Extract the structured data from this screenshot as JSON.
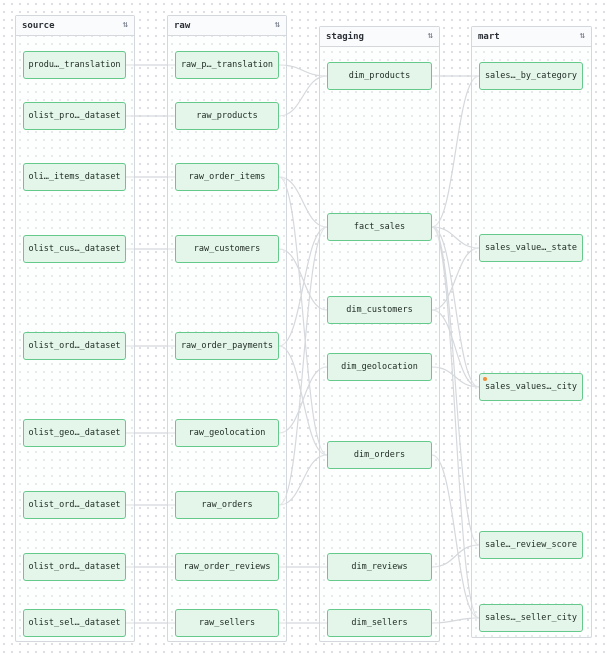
{
  "columns": [
    {
      "id": "source",
      "title": "source",
      "toggle": "⇅"
    },
    {
      "id": "raw",
      "title": "raw",
      "toggle": "⇅"
    },
    {
      "id": "staging",
      "title": "staging",
      "toggle": "⇅"
    },
    {
      "id": "mart",
      "title": "mart",
      "toggle": "⇅"
    }
  ],
  "nodes": {
    "source": [
      {
        "id": "s1",
        "label": "produ…_translation"
      },
      {
        "id": "s2",
        "label": "olist_pro…_dataset"
      },
      {
        "id": "s3",
        "label": "oli…_items_dataset"
      },
      {
        "id": "s4",
        "label": "olist_cus…_dataset"
      },
      {
        "id": "s5",
        "label": "olist_ord…_dataset"
      },
      {
        "id": "s6",
        "label": "olist_geo…_dataset"
      },
      {
        "id": "s7",
        "label": "olist_ord…_dataset"
      },
      {
        "id": "s8",
        "label": "olist_ord…_dataset"
      },
      {
        "id": "s9",
        "label": "olist_sel…_dataset"
      }
    ],
    "raw": [
      {
        "id": "r1",
        "label": "raw_p…_translation"
      },
      {
        "id": "r2",
        "label": "raw_products"
      },
      {
        "id": "r3",
        "label": "raw_order_items"
      },
      {
        "id": "r4",
        "label": "raw_customers"
      },
      {
        "id": "r5",
        "label": "raw_order_payments"
      },
      {
        "id": "r6",
        "label": "raw_geolocation"
      },
      {
        "id": "r7",
        "label": "raw_orders"
      },
      {
        "id": "r8",
        "label": "raw_order_reviews"
      },
      {
        "id": "r9",
        "label": "raw_sellers"
      }
    ],
    "staging": [
      {
        "id": "t1",
        "label": "dim_products"
      },
      {
        "id": "t2",
        "label": "fact_sales"
      },
      {
        "id": "t3",
        "label": "dim_customers"
      },
      {
        "id": "t4",
        "label": "dim_geolocation"
      },
      {
        "id": "t5",
        "label": "dim_orders"
      },
      {
        "id": "t6",
        "label": "dim_reviews"
      },
      {
        "id": "t7",
        "label": "dim_sellers"
      }
    ],
    "mart": [
      {
        "id": "m1",
        "label": "sales…_by_category"
      },
      {
        "id": "m2",
        "label": "sales_value…_state"
      },
      {
        "id": "m3",
        "label": "sales_values…_city",
        "status_dot": true
      },
      {
        "id": "m4",
        "label": "sale…_review_score"
      },
      {
        "id": "m5",
        "label": "sales…_seller_city"
      }
    ]
  },
  "edges": [
    [
      "s1",
      "r1"
    ],
    [
      "s2",
      "r2"
    ],
    [
      "s3",
      "r3"
    ],
    [
      "s4",
      "r4"
    ],
    [
      "s5",
      "r5"
    ],
    [
      "s6",
      "r6"
    ],
    [
      "s7",
      "r7"
    ],
    [
      "s8",
      "r8"
    ],
    [
      "s9",
      "r9"
    ],
    [
      "r1",
      "t1"
    ],
    [
      "r2",
      "t1"
    ],
    [
      "r3",
      "t2"
    ],
    [
      "r5",
      "t2"
    ],
    [
      "r7",
      "t2"
    ],
    [
      "r4",
      "t3"
    ],
    [
      "r6",
      "t4"
    ],
    [
      "r3",
      "t5"
    ],
    [
      "r5",
      "t5"
    ],
    [
      "r7",
      "t5"
    ],
    [
      "r8",
      "t6"
    ],
    [
      "r9",
      "t7"
    ],
    [
      "t1",
      "m1"
    ],
    [
      "t2",
      "m1"
    ],
    [
      "t2",
      "m2"
    ],
    [
      "t3",
      "m2"
    ],
    [
      "t2",
      "m3"
    ],
    [
      "t3",
      "m3"
    ],
    [
      "t4",
      "m3"
    ],
    [
      "t2",
      "m4"
    ],
    [
      "t6",
      "m4"
    ],
    [
      "t2",
      "m5"
    ],
    [
      "t7",
      "m5"
    ],
    [
      "t5",
      "m5"
    ]
  ],
  "colors": {
    "node_fill": "#e3f6e9",
    "node_border": "#64c98a",
    "edge": "#d5d8dc",
    "status_dot": "#f0903a"
  }
}
